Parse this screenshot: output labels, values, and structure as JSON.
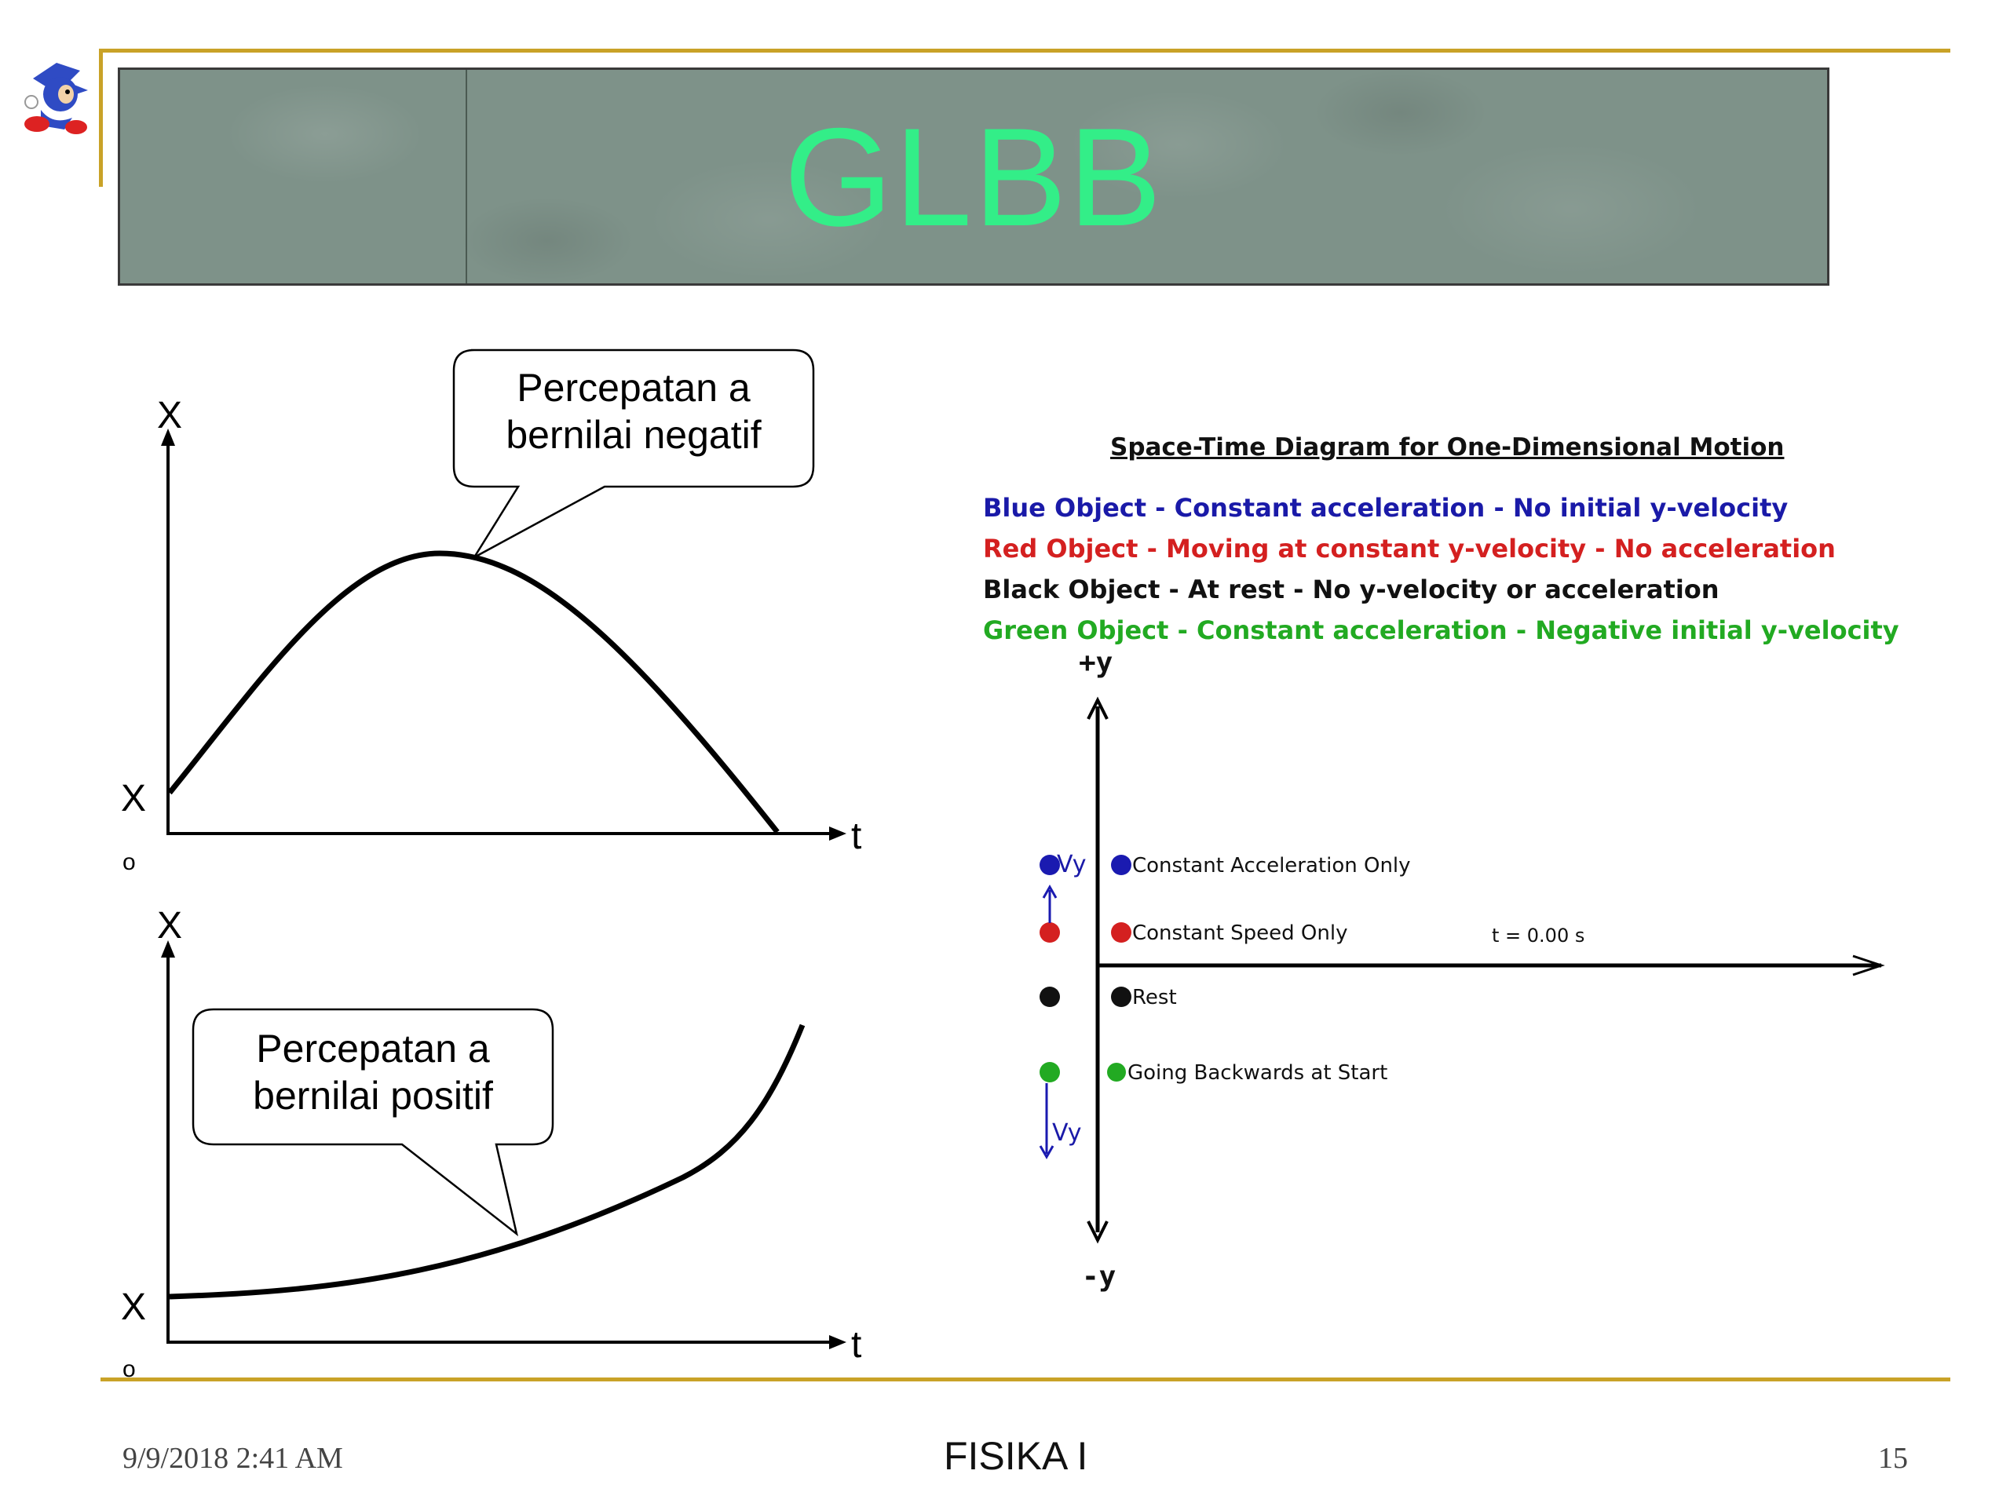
{
  "slide": {
    "title": "GLBB",
    "footer_date": "9/9/2018 2:41 AM",
    "footer_center": "FISIKA I",
    "page_number": "15",
    "logo_icon": "sonic-mascot-icon",
    "accent_color": "#c9a227",
    "title_color": "#33ee88"
  },
  "graph_top": {
    "y_axis_label": "X",
    "x_axis_label": "t",
    "x0_label": "X",
    "x0_sub": "o",
    "callout": [
      "Percepatan a",
      "bernilai negatif"
    ]
  },
  "graph_bottom": {
    "y_axis_label": "X",
    "x_axis_label": "t",
    "x0_label": "X",
    "x0_sub": "o",
    "callout": [
      "Percepatan a",
      "bernilai positif"
    ]
  },
  "space_time": {
    "title": "Space-Time Diagram for One-Dimensional Motion",
    "descriptions": [
      {
        "text": "Blue Object - Constant acceleration - No initial y-velocity",
        "color": "#1a1aa8"
      },
      {
        "text": "Red Object - Moving at constant y-velocity  -  No acceleration",
        "color": "#d42020"
      },
      {
        "text": "Black Object - At rest  -  No y-velocity or acceleration",
        "color": "#111111"
      },
      {
        "text": "Green Object - Constant acceleration  -  Negative initial y-velocity",
        "color": "#22aa22"
      }
    ],
    "plus_y": "+y",
    "minus_y": "-y",
    "time_readout": "t =  0.00 s",
    "vy_label": "Vy",
    "objects": [
      {
        "label": "Constant Acceleration Only",
        "color": "#1a1ab0"
      },
      {
        "label": "Constant Speed Only",
        "color": "#d42020"
      },
      {
        "label": "Rest",
        "color": "#111111"
      },
      {
        "label": "Going Backwards at Start",
        "color": "#22aa22"
      }
    ]
  }
}
